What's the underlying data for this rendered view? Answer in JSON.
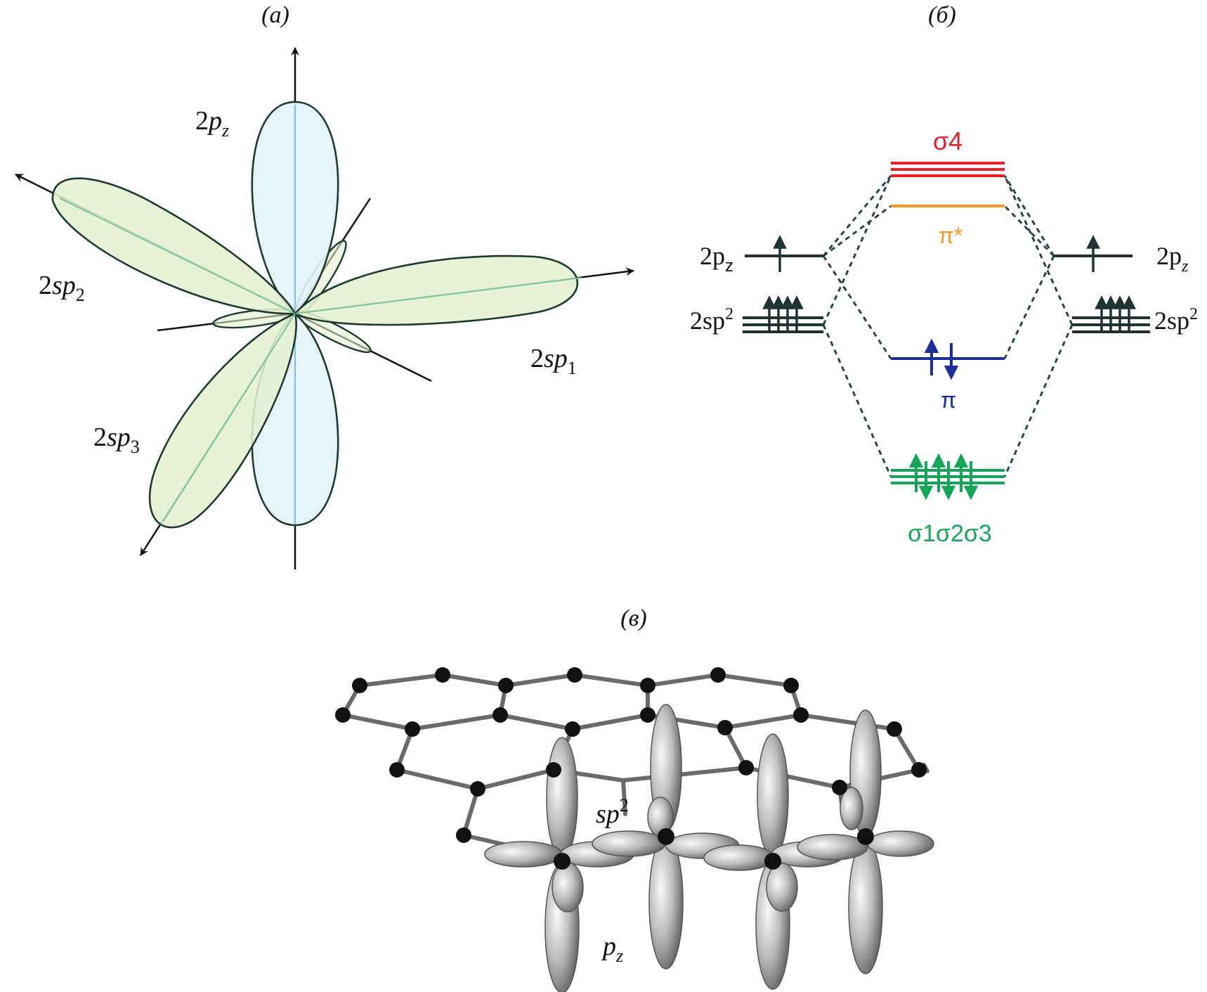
{
  "colors": {
    "pz_fill": "#e3f2fb",
    "pz_axis": "#7cc7e3",
    "sp_fill": "#e4f0d0",
    "sp_axis": "#7cc79a",
    "lobe_stroke": "#1d3a2f",
    "level_dark": "#1f3333",
    "sigma_star": "#e8202a",
    "pi_star": "#f19b2c",
    "pi": "#1f2d9c",
    "sigma": "#16a35a",
    "lattice_bond": "#6a6a6a",
    "atom": "#111111"
  },
  "panel_a": {
    "label": "(а)",
    "orbital_labels": {
      "pz_pre": "2",
      "pz_main": "p",
      "pz_sub": "z",
      "sp2_pre": "2",
      "sp2_main": "sp",
      "sp2_sub": "2",
      "sp1_pre": "2",
      "sp1_main": "sp",
      "sp1_sub": "1",
      "sp3_pre": "2",
      "sp3_main": "sp",
      "sp3_sub": "3"
    }
  },
  "panel_b": {
    "label": "(б)",
    "left_pz": "2p",
    "left_pz_sub": "z",
    "left_sp2": "2sp",
    "left_sp2_sup": "2",
    "right_pz": "2p",
    "right_pz_sub": "z",
    "right_sp2": "2sp",
    "right_sp2_sup": "2",
    "sigma_star_label": "σ4",
    "pi_star_label": "π*",
    "pi_label": "π",
    "sigma_label": "σ1σ2σ3"
  },
  "panel_c": {
    "label": "(в)",
    "sp2_main": "sp",
    "sp2_sup": "2",
    "pz_main": "p",
    "pz_sub": "z"
  }
}
